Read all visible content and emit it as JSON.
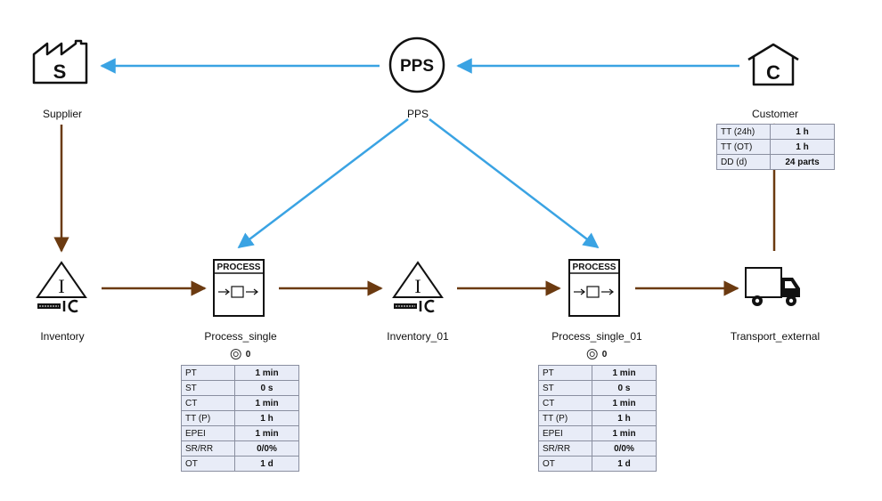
{
  "nodes": {
    "supplier": {
      "label": "Supplier",
      "icon_letter": "S"
    },
    "pps": {
      "label": "PPS",
      "icon_text": "PPS"
    },
    "customer": {
      "label": "Customer",
      "icon_letter": "C"
    },
    "inventory": {
      "label": "Inventory",
      "icon_letter": "I"
    },
    "process_single": {
      "label": "Process_single",
      "icon_header": "PROCESS",
      "operators": "0"
    },
    "inventory_01": {
      "label": "Inventory_01",
      "icon_letter": "I"
    },
    "process_single_01": {
      "label": "Process_single_01",
      "icon_header": "PROCESS",
      "operators": "0"
    },
    "transport_external": {
      "label": "Transport_external"
    }
  },
  "customer_table": [
    {
      "key": "TT (24h)",
      "value": "1 h"
    },
    {
      "key": "TT (OT)",
      "value": "1 h"
    },
    {
      "key": "DD (d)",
      "value": "24 parts"
    }
  ],
  "process_single_table": [
    {
      "key": "PT",
      "value": "1 min"
    },
    {
      "key": "ST",
      "value": "0 s"
    },
    {
      "key": "CT",
      "value": "1 min"
    },
    {
      "key": "TT (P)",
      "value": "1 h"
    },
    {
      "key": "EPEI",
      "value": "1 min"
    },
    {
      "key": "SR/RR",
      "value": "0/0%"
    },
    {
      "key": "OT",
      "value": "1 d"
    }
  ],
  "process_single_01_table": [
    {
      "key": "PT",
      "value": "1 min"
    },
    {
      "key": "ST",
      "value": "0 s"
    },
    {
      "key": "CT",
      "value": "1 min"
    },
    {
      "key": "TT (P)",
      "value": "1 h"
    },
    {
      "key": "EPEI",
      "value": "1 min"
    },
    {
      "key": "SR/RR",
      "value": "0/0%"
    },
    {
      "key": "OT",
      "value": "1 d"
    }
  ],
  "colors": {
    "information_flow": "#3aa3e3",
    "material_flow": "#6b3a10",
    "table_background": "#e8ecf7"
  },
  "icons": {
    "supplier": "factory-icon",
    "customer": "house-icon",
    "pps": "circle-pps-icon",
    "inventory": "triangle-inventory-icon",
    "process": "process-box-icon",
    "transport": "truck-icon"
  }
}
